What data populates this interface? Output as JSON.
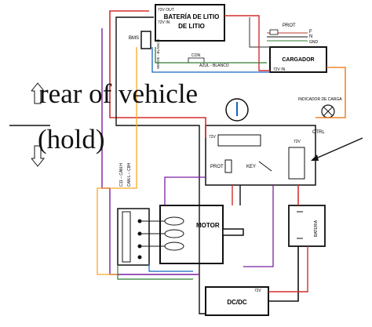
{
  "overlay": {
    "line1": "rear of vehicle",
    "line2": "(hold)"
  },
  "diagram": {
    "battery_lithium": "BATERÍA DE LITIO",
    "battery_72v_out": "72V OUT",
    "battery_72v_in": "72V IN",
    "bms": "BMS",
    "wire_verde_blanco": "VERDE - BLANCO",
    "wire_azul_blanco": "AZUL - BLANCO",
    "con": "CON",
    "charger": "CARGADOR",
    "charger_72v_in": "72V IN",
    "prot_top": "PROT",
    "f_label": "F",
    "n_label": "N",
    "gnd_label": "GND",
    "charge_indicator": "INDICADOR DE CARGA",
    "ctrl": "CTRL",
    "ctrl_72v_left": "72V",
    "ctrl_72v_right": "72V",
    "prot_lower": "PROT",
    "key": "KEY",
    "can_c1": "C11 – CAN H",
    "can_c2": "CAN L – C8H",
    "motor": "MOTOR",
    "bateria": "BATERIA",
    "dcdc": "DC/DC",
    "dcdc_72v": "72V"
  }
}
